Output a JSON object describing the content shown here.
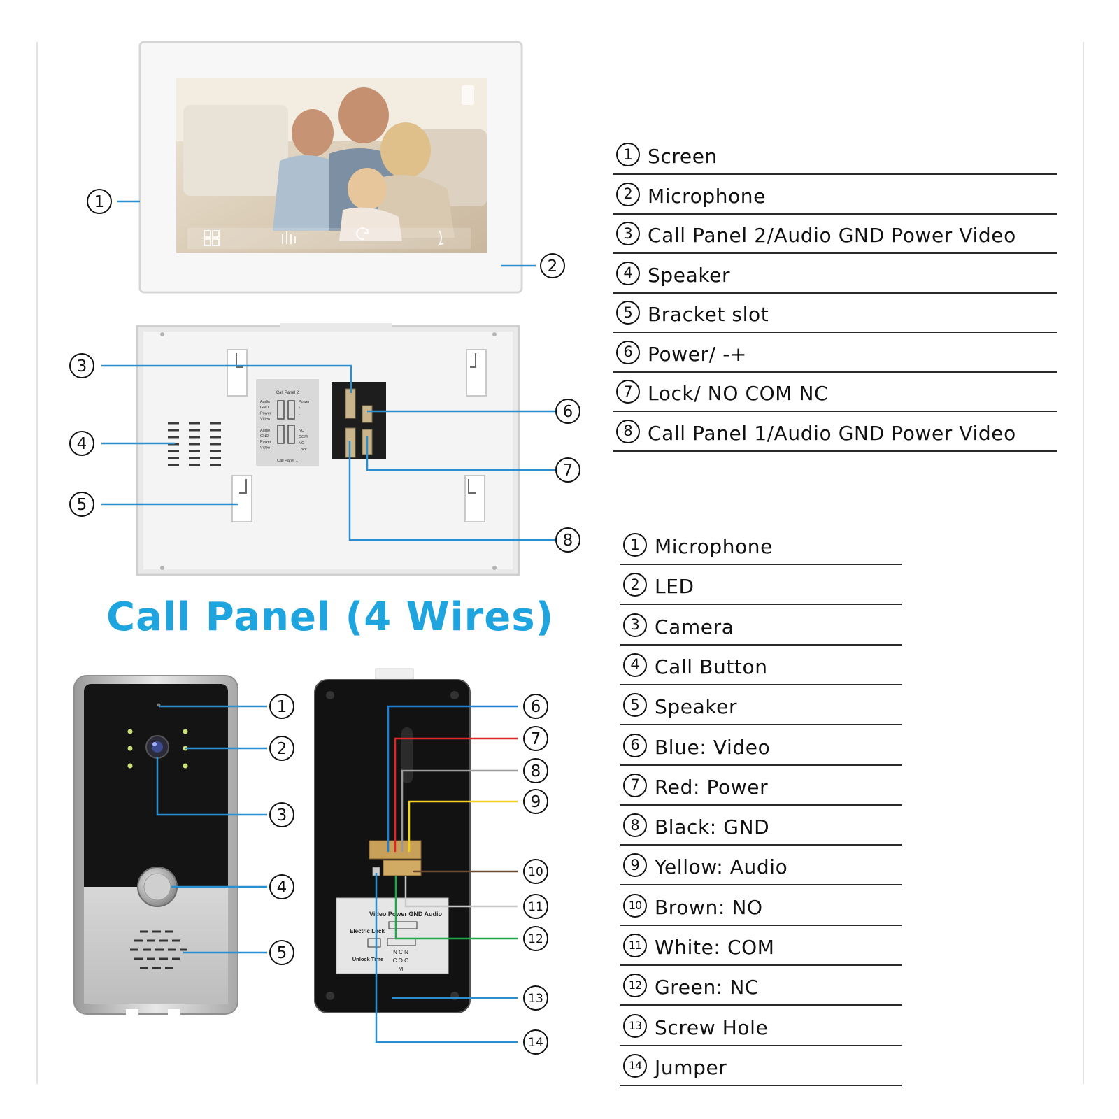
{
  "monitor_legend": [
    {
      "number": "1",
      "label": "Screen"
    },
    {
      "number": "2",
      "label": "Microphone"
    },
    {
      "number": "3",
      "label": "Call Panel 2/Audio GND Power Video"
    },
    {
      "number": "4",
      "label": "Speaker"
    },
    {
      "number": "5",
      "label": "Bracket slot"
    },
    {
      "number": "6",
      "label": "Power/ -+"
    },
    {
      "number": "7",
      "label": "Lock/ NO COM NC"
    },
    {
      "number": "8",
      "label": "Call Panel 1/Audio GND Power Video"
    }
  ],
  "call_panel_title": "Call Panel (4 Wires)",
  "call_panel_legend": [
    {
      "number": "1",
      "label": "Microphone"
    },
    {
      "number": "2",
      "label": "LED"
    },
    {
      "number": "3",
      "label": "Camera"
    },
    {
      "number": "4",
      "label": "Call Button"
    },
    {
      "number": "5",
      "label": "Speaker"
    },
    {
      "number": "6",
      "label": "Blue: Video"
    },
    {
      "number": "7",
      "label": "Red: Power"
    },
    {
      "number": "8",
      "label": "Black: GND"
    },
    {
      "number": "9",
      "label": "Yellow: Audio"
    },
    {
      "number": "10",
      "label": "Brown: NO"
    },
    {
      "number": "11",
      "label": "White: COM"
    },
    {
      "number": "12",
      "label": "Green: NC"
    },
    {
      "number": "13",
      "label": "Screw Hole"
    },
    {
      "number": "14",
      "label": "Jumper"
    }
  ],
  "callout_numbers": {
    "monitor": [
      "1",
      "2",
      "3",
      "4",
      "5",
      "6",
      "7",
      "8"
    ],
    "panel_front": [
      "1",
      "2",
      "3",
      "4",
      "5"
    ],
    "panel_back": [
      "6",
      "7",
      "8",
      "9",
      "10",
      "11",
      "12",
      "13",
      "14"
    ]
  },
  "back_label_text": {
    "header": "Video Power GND Audio",
    "electric_lock": "Electric Lock",
    "unlock_time": "Unlock Time",
    "nc_com_no": "N C N",
    "c_o_o": "C O O",
    "m": "M"
  },
  "monitor_back_label": {
    "title": "Call Panel 2",
    "rows": [
      "Audio",
      "GND",
      "Power",
      "Video",
      "Audio",
      "GND",
      "Power",
      "Video"
    ],
    "right_col": [
      "Power",
      "+",
      "-",
      "NO",
      "COM",
      "NC",
      "Lock"
    ],
    "footer": "Call Panel 1"
  },
  "colors": {
    "accent": "#1ea4de",
    "leader": "#2a8fd0",
    "wire_blue": "#1e7fd6",
    "wire_red": "#e0252b",
    "wire_black": "#9a9a9a",
    "wire_yellow": "#f2d31c",
    "wire_brown": "#6b4a2e",
    "wire_white": "#c8c8c8",
    "wire_green": "#1ea84a"
  }
}
